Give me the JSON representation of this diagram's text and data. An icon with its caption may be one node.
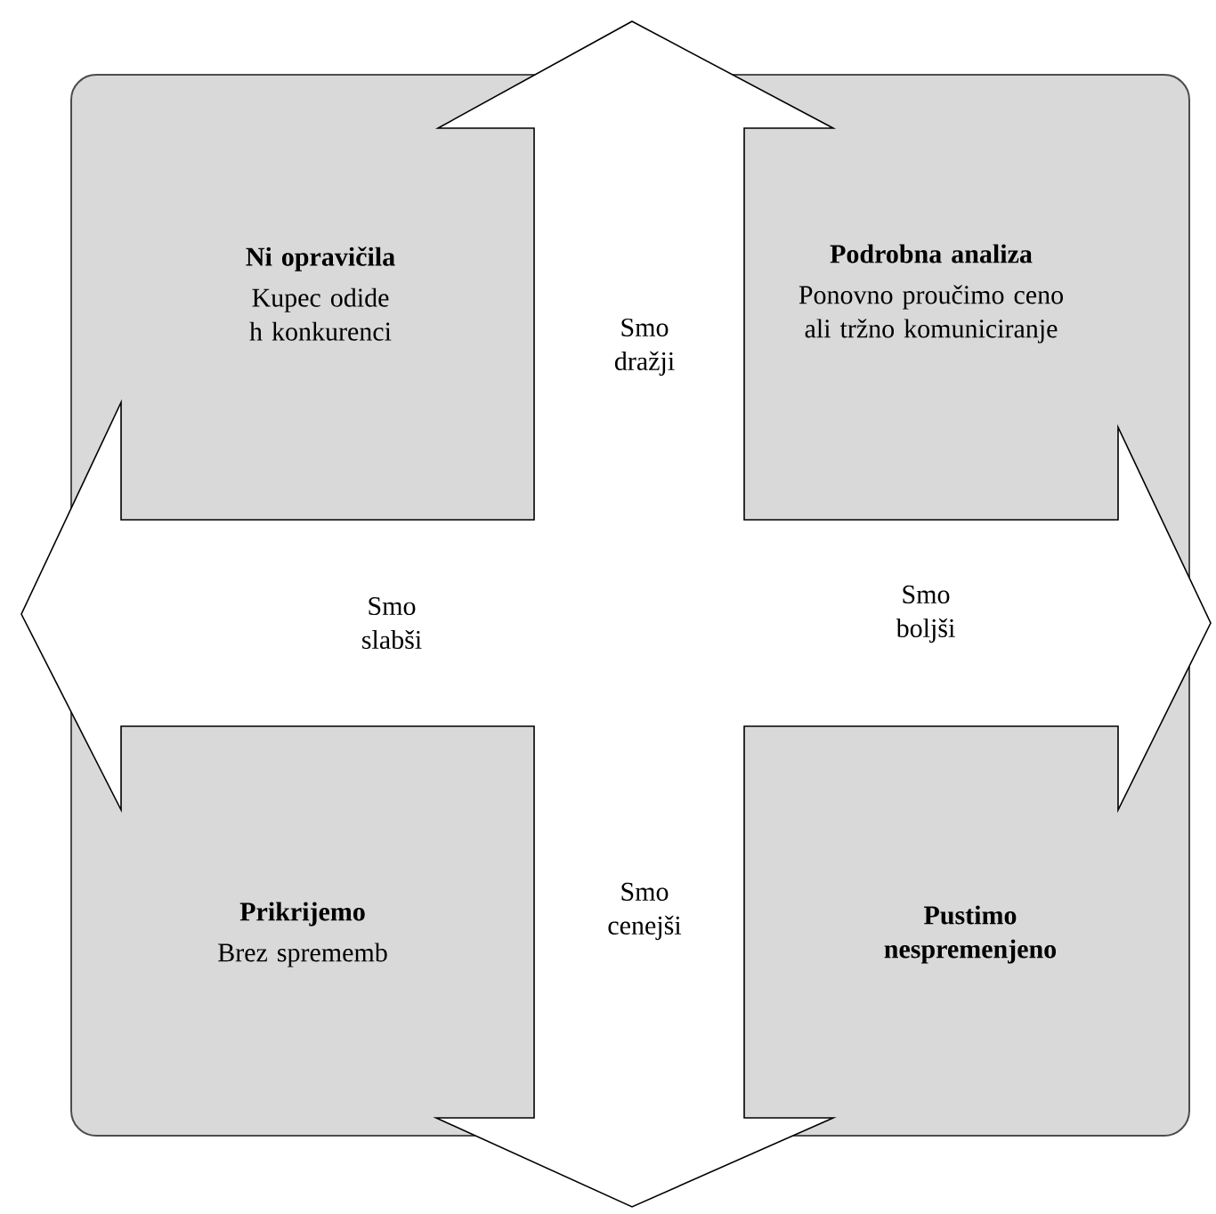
{
  "diagram": {
    "nodes": [
      {
        "text": [
          "Ni opravičila",
          "Kupec odide h konkurenci"
        ]
      },
      {
        "text": [
          "Podrobna analiza",
          "Ponovno proučimo ceno ali tržno komuniciranje"
        ]
      },
      {
        "text": [
          "Prikrijemo",
          "Brez sprememb"
        ]
      },
      {
        "text": [
          "Pustimo nespremenjeno"
        ]
      }
    ],
    "labels": [
      "Smo dražji",
      "Smo slabši",
      "Smo boljši",
      "Smo cenejši"
    ]
  }
}
